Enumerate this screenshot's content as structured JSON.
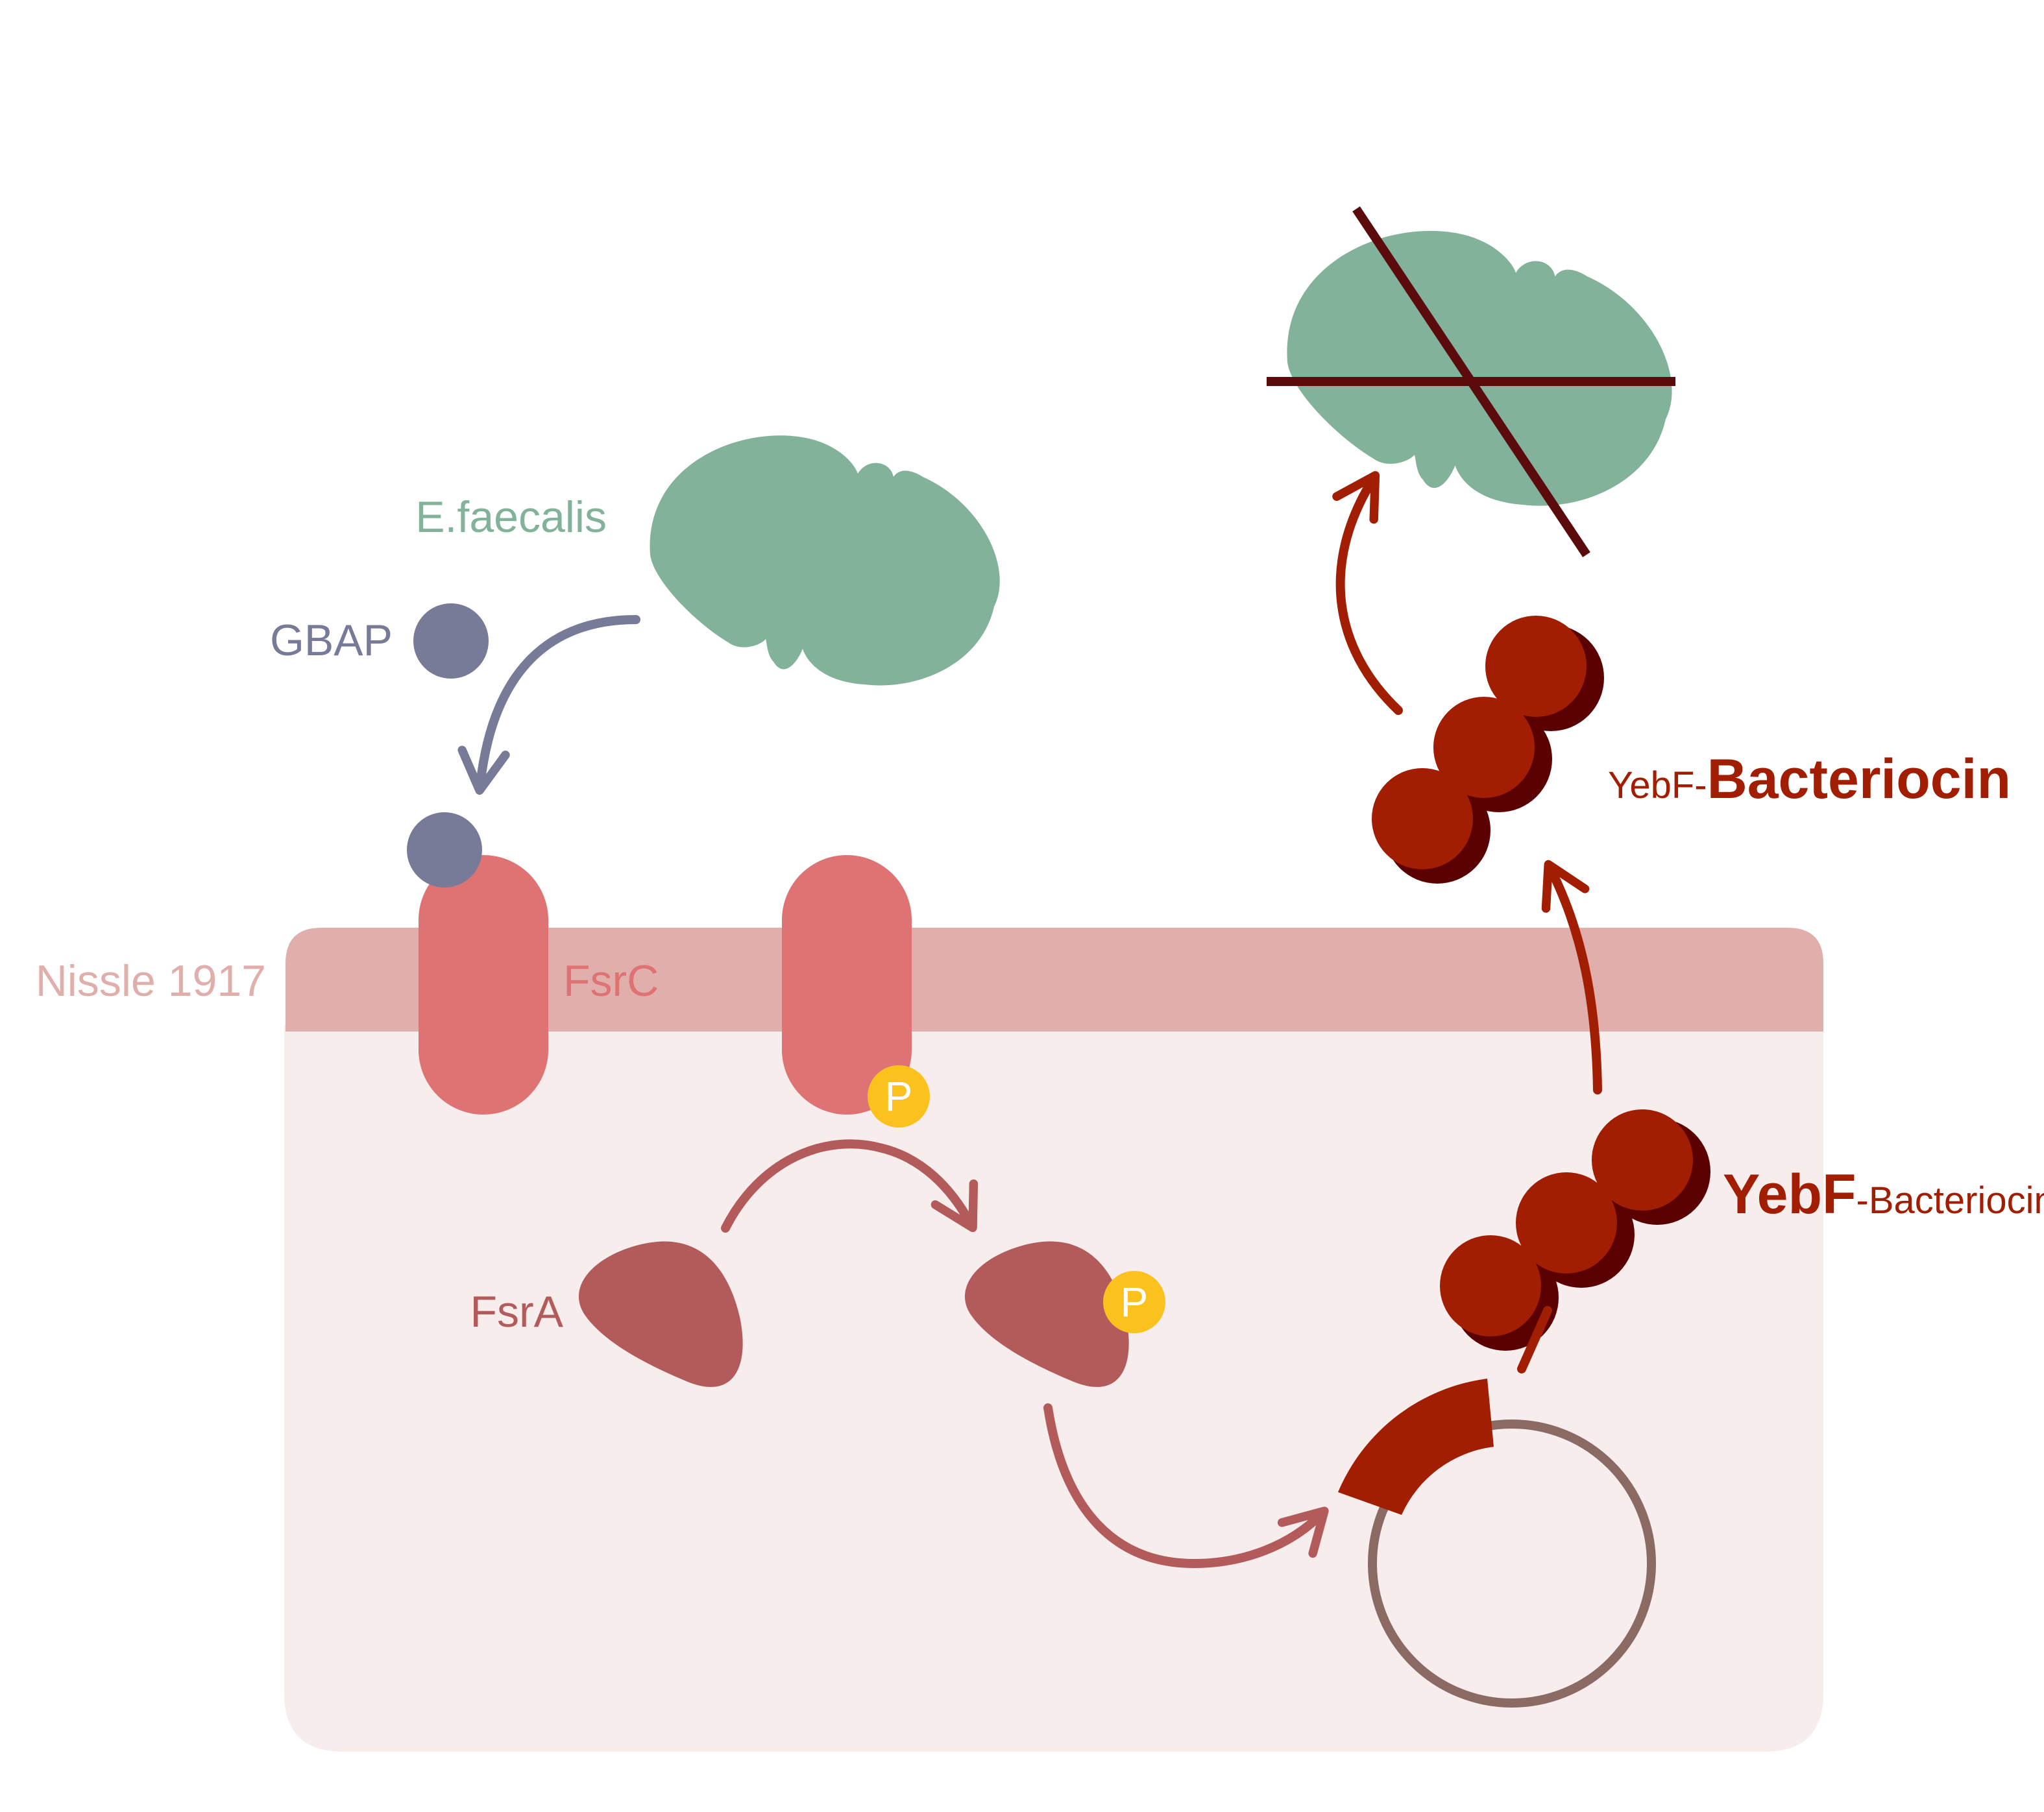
{
  "labels": {
    "efaecalis": "E.faecalis",
    "gbap": "GBAP",
    "nissle": "Nissle 1917",
    "fsrc": "FsrC",
    "fsra": "FsrA",
    "phospho_receptor": "P",
    "phospho_fsra": "P",
    "yebf_small_top": "YebF-",
    "bacteriocin_big_top": "Bacteriocin",
    "yebf_big_bottom": "YebF",
    "bacteriocin_small_bottom": "-Bacteriocin"
  },
  "colors": {
    "bacteria_green": "#83b29b",
    "gbap_slate": "#777b98",
    "membrane": "#e1afab",
    "cytoplasm": "#f7eded",
    "receptor": "#df7272",
    "fsra": "#b35b5a",
    "phosphate": "#fbc21e",
    "bacteriocin": "#a11e03",
    "bacteriocin_dark": "#5b0000",
    "plasmid": "#8c6a64",
    "cross": "#5b0b0b"
  },
  "icons": {
    "bacterium": "bacterium-blob-icon",
    "dead_bacterium": "crossed-out-bacterium-icon",
    "plasmid": "plasmid-circle-icon",
    "phosphate": "phosphate-p-icon"
  }
}
